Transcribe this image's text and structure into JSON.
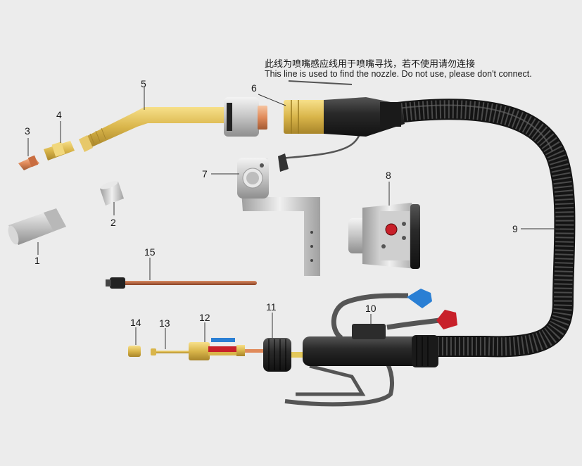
{
  "note": {
    "cn": "此线为喷嘴感应线用于喷嘴寻找，若不使用请勿连接",
    "en": "This line is used to find the nozzle. Do not use, please don't connect."
  },
  "parts": [
    {
      "id": "1",
      "label": "1"
    },
    {
      "id": "2",
      "label": "2"
    },
    {
      "id": "3",
      "label": "3"
    },
    {
      "id": "4",
      "label": "4"
    },
    {
      "id": "5",
      "label": "5"
    },
    {
      "id": "6",
      "label": "6"
    },
    {
      "id": "7",
      "label": "7"
    },
    {
      "id": "8",
      "label": "8"
    },
    {
      "id": "9",
      "label": "9"
    },
    {
      "id": "10",
      "label": "10"
    },
    {
      "id": "11",
      "label": "11"
    },
    {
      "id": "12",
      "label": "12"
    },
    {
      "id": "13",
      "label": "13"
    },
    {
      "id": "14",
      "label": "14"
    },
    {
      "id": "15",
      "label": "15"
    }
  ],
  "colors": {
    "background": "#ececec",
    "brass": "#d9b54a",
    "copper": "#e08a5a",
    "silver": "#c8c8c8",
    "cable": "#1e1e1e",
    "liner": "#b5633c",
    "connector_blue": "#2a7fd4",
    "connector_red": "#c8202a"
  }
}
